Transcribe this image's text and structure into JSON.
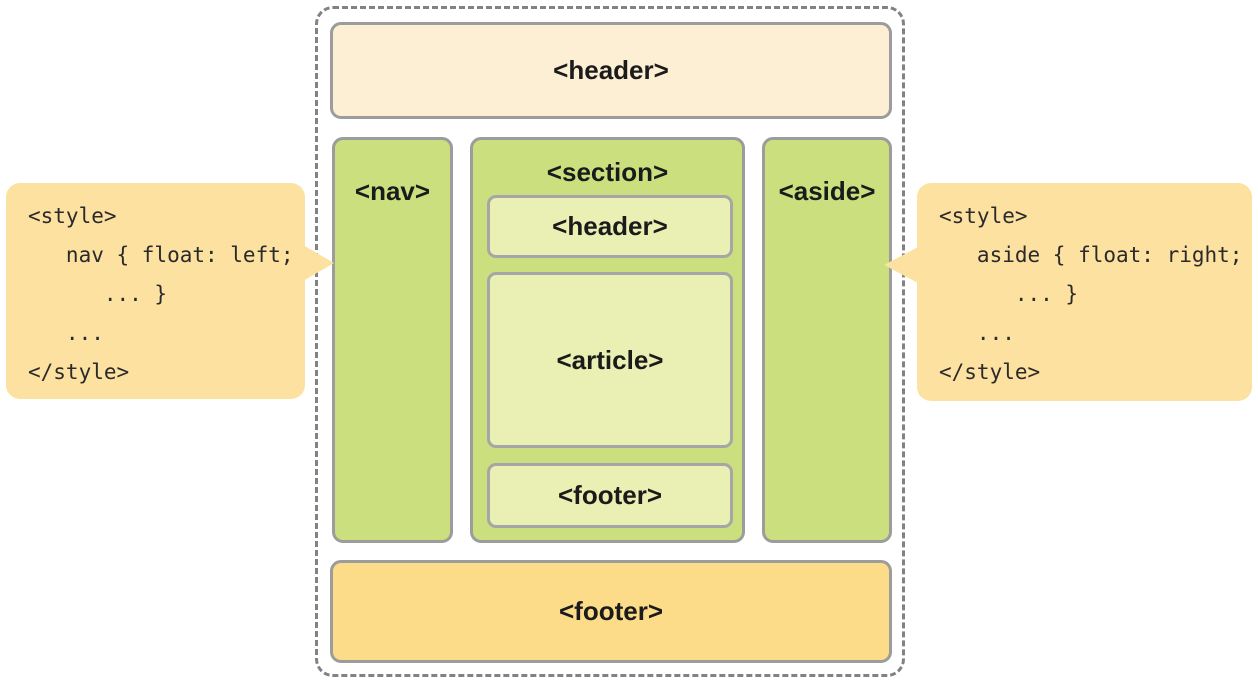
{
  "colors": {
    "page_header_fill": "#fcefd3",
    "green_fill": "#cbdf7e",
    "inner_fill": "#eaf0b3",
    "page_footer_fill": "#fcdc88",
    "callout_fill": "#fde1a1",
    "box_border": "#9c9c9c",
    "container_border": "#828282",
    "label_text": "#1b1b1b"
  },
  "diagram": {
    "page_header_label": "<header>",
    "nav_label": "<nav>",
    "section_label": "<section>",
    "section_header_label": "<header>",
    "article_label": "<article>",
    "section_footer_label": "<footer>",
    "aside_label": "<aside>",
    "page_footer_label": "<footer>"
  },
  "callouts": {
    "left": {
      "lines": {
        "l1": "<style>",
        "l2": "   nav { float: left;",
        "l3": "      ... }",
        "l4": "   ...",
        "l5": "</style>"
      }
    },
    "right": {
      "lines": {
        "l1": "<style>",
        "l2": "   aside { float: right;",
        "l3": "      ... }",
        "l4": "   ...",
        "l5": "</style>"
      }
    }
  }
}
